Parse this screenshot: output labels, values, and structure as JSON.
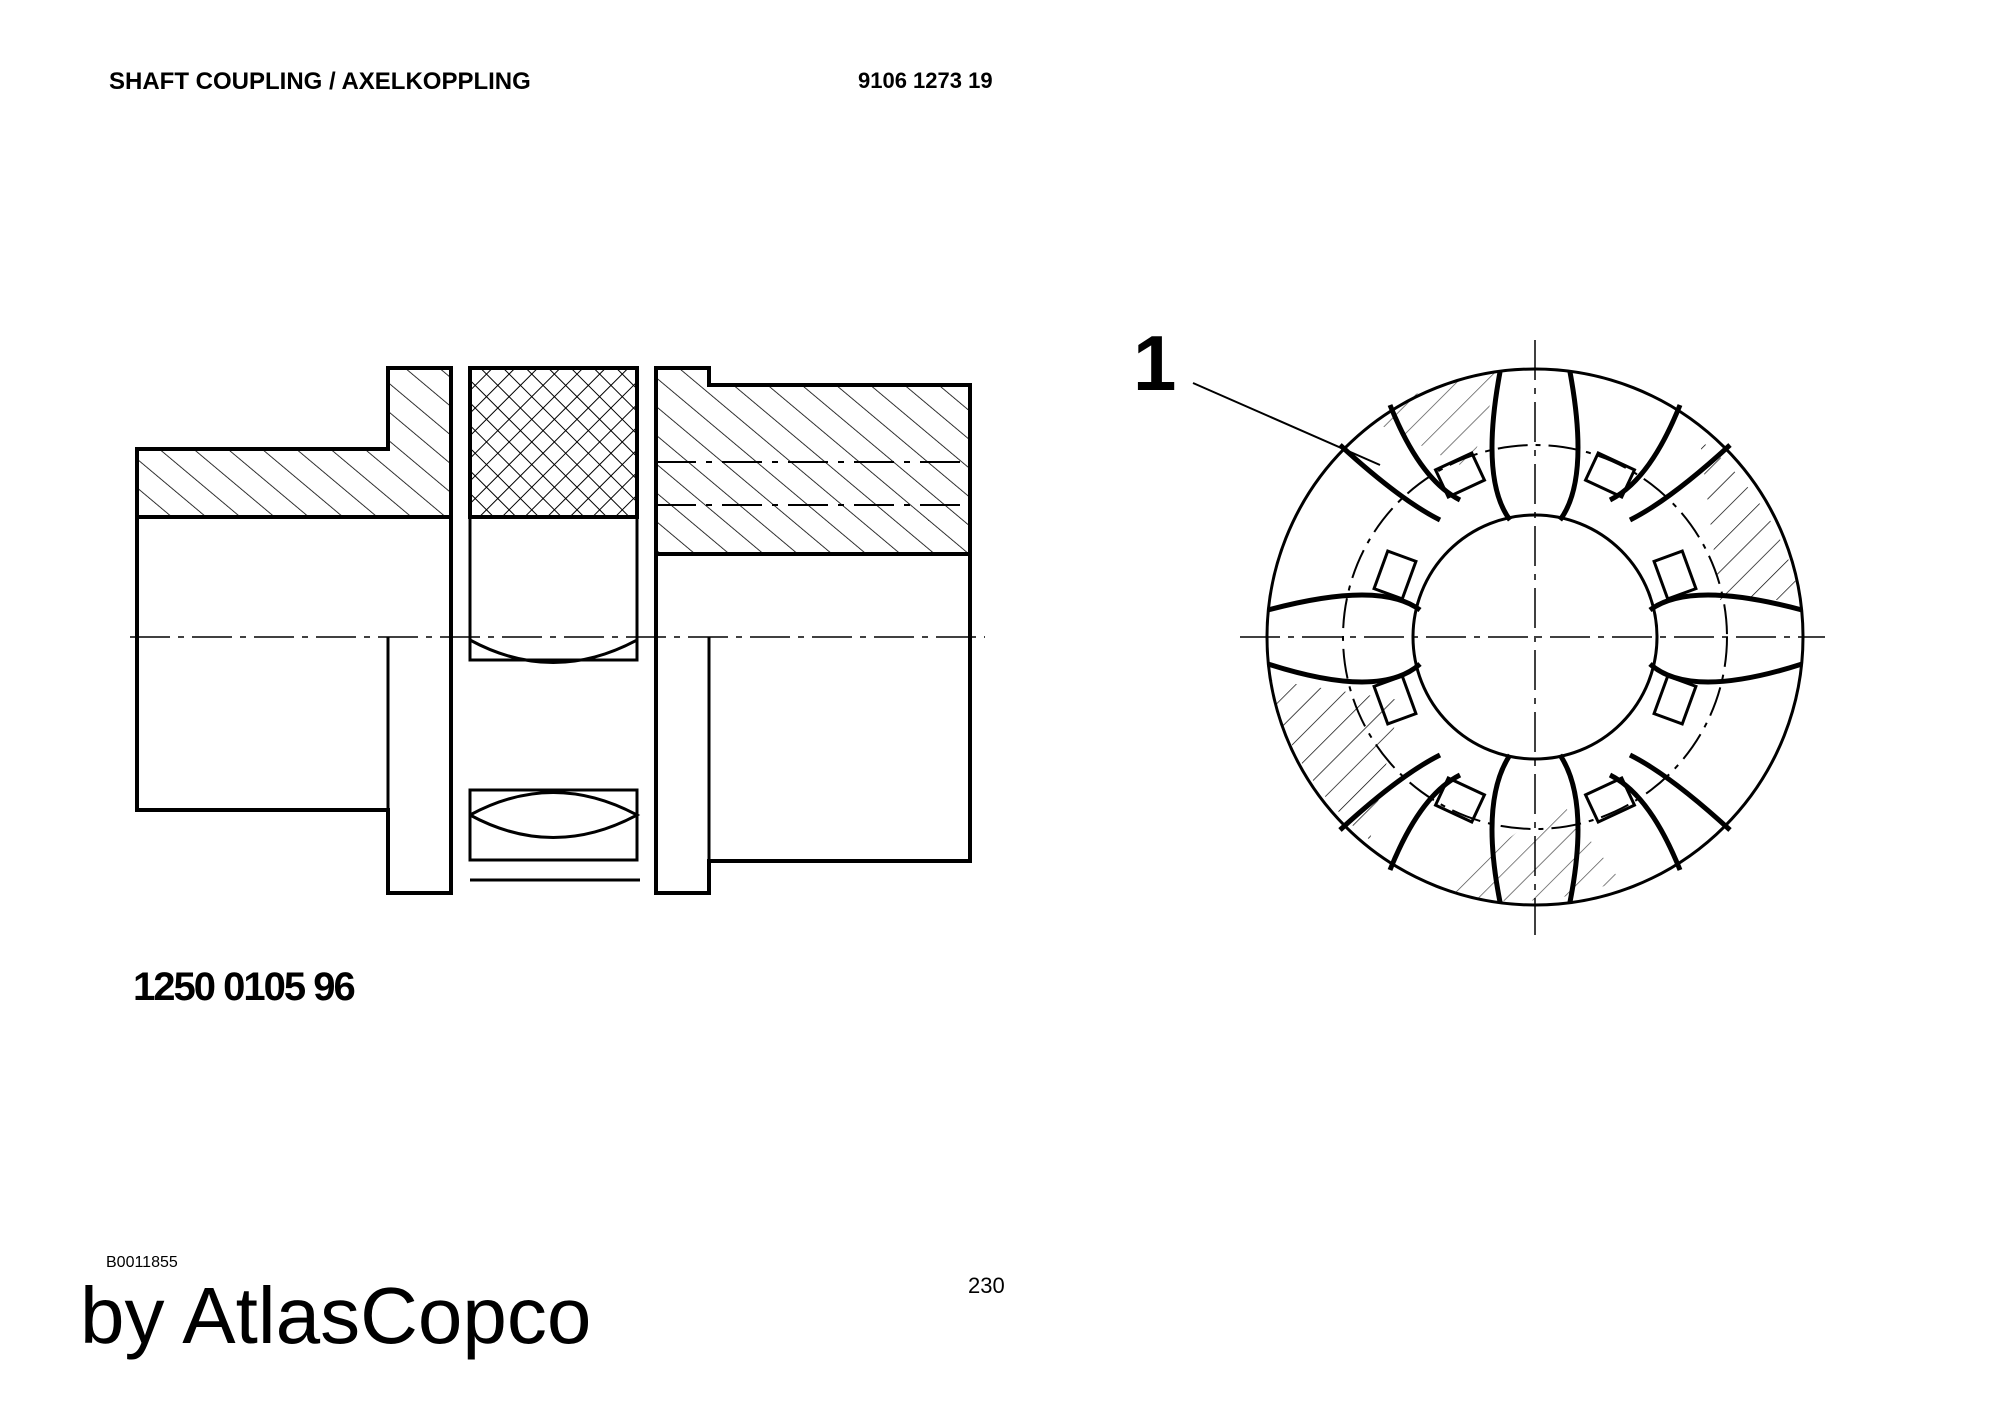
{
  "header": {
    "title": "SHAFT COUPLING / AXELKOPPLING",
    "document_number": "9106 1273 19"
  },
  "drawing": {
    "part_number": "1250 0105 96",
    "callout_label": "1"
  },
  "footer": {
    "reference": "B0011855",
    "page_number": "230",
    "brand": "by AtlasCopco"
  }
}
